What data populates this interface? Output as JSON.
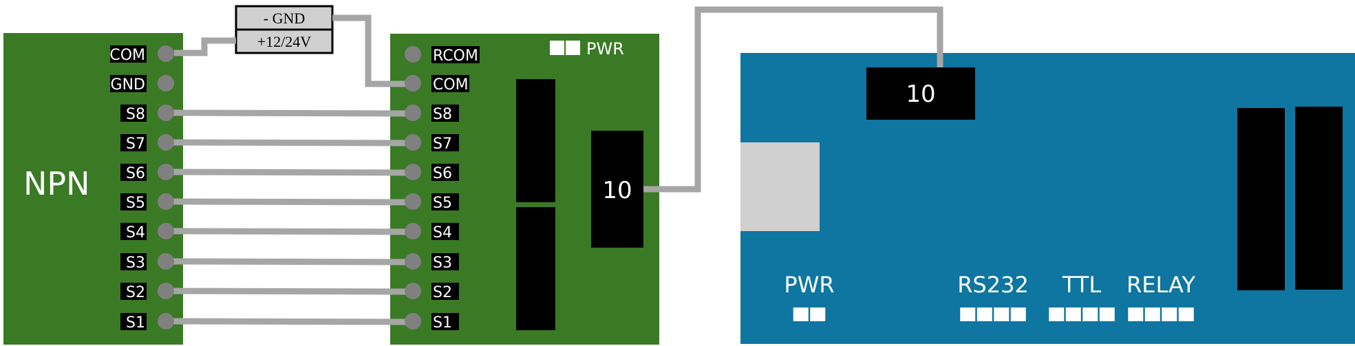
{
  "diagram": {
    "colors": {
      "green_board": "#3a7a25",
      "blue_board": "#0e76a0",
      "wire": "#a6a6a6",
      "pin": "#808080",
      "label_bg": "#000000",
      "power_box": "#d0d0d0",
      "connector_gray": "#d0d0d0",
      "led": "#ffffff"
    },
    "power_supply": {
      "negative_label": "- GND",
      "positive_label": "+12/24V"
    },
    "npn_board": {
      "title": "NPN",
      "pins": [
        "COM",
        "GND",
        "S8",
        "S7",
        "S6",
        "S5",
        "S4",
        "S3",
        "S2",
        "S1"
      ]
    },
    "input_board": {
      "pins": [
        "RCOM",
        "COM",
        "S8",
        "S7",
        "S6",
        "S5",
        "S4",
        "S3",
        "S2",
        "S1"
      ],
      "pwr_label": "PWR",
      "pwr_led_count": 2,
      "connector_label": "10"
    },
    "controller_board": {
      "connector_label": "10",
      "indicators": [
        {
          "label": "PWR",
          "led_count": 2
        },
        {
          "label": "RS232",
          "led_count": 4
        },
        {
          "label": "TTL",
          "led_count": 4
        },
        {
          "label": "RELAY",
          "led_count": 4
        }
      ]
    },
    "connections": [
      {
        "from": "npn.COM",
        "to": "power.+12/24V"
      },
      {
        "from": "power.- GND",
        "to": "input.COM"
      },
      {
        "from": "npn.S8",
        "to": "input.S8"
      },
      {
        "from": "npn.S7",
        "to": "input.S7"
      },
      {
        "from": "npn.S6",
        "to": "input.S6"
      },
      {
        "from": "npn.S5",
        "to": "input.S5"
      },
      {
        "from": "npn.S4",
        "to": "input.S4"
      },
      {
        "from": "npn.S3",
        "to": "input.S3"
      },
      {
        "from": "npn.S2",
        "to": "input.S2"
      },
      {
        "from": "npn.S1",
        "to": "input.S1"
      },
      {
        "from": "input.10",
        "to": "controller.10"
      }
    ]
  }
}
